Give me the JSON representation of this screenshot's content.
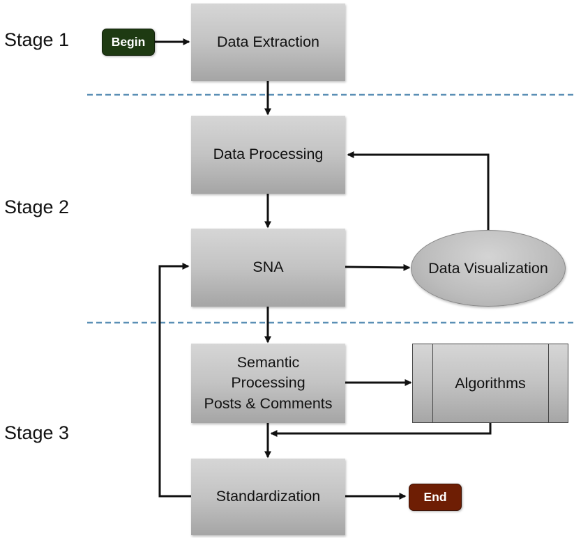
{
  "stages": [
    "Stage 1",
    "Stage 2",
    "Stage 3"
  ],
  "terminals": {
    "begin": {
      "label": "Begin",
      "color": "#1e3a12"
    },
    "end": {
      "label": "End",
      "color": "#6e1e04"
    }
  },
  "steps": {
    "data_extraction": [
      "Data Extraction"
    ],
    "data_processing": [
      "Data Processing"
    ],
    "sna": [
      "SNA"
    ],
    "data_visualization": [
      "Data",
      "Visualization"
    ],
    "semantic_processing": [
      "Semantic",
      "Processing",
      "Posts & Comments"
    ],
    "algorithms": [
      "Algorithms"
    ],
    "standardization": [
      "Standardization"
    ]
  },
  "colors": {
    "stage_divider": "#5a8fb5",
    "arrow": "#111111"
  }
}
